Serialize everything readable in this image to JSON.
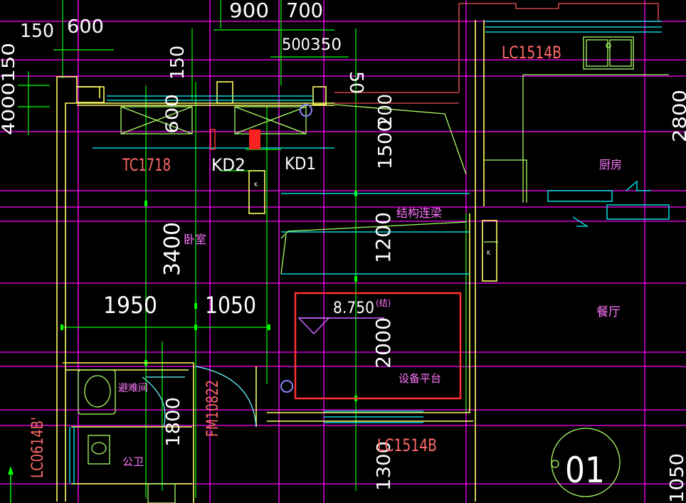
{
  "dimensions": {
    "top_900": "900",
    "top_700": "700",
    "top_150": "150",
    "top_600": "600",
    "top_500": "500",
    "top_350": "350",
    "left_4000150": "4000150",
    "v_50": "50",
    "v_150": "150",
    "v_600": "600",
    "v_200": "200",
    "v_1500": "1500",
    "v_3400": "3400",
    "v_1200": "1200",
    "h_1950": "1950",
    "h_1050": "1050",
    "v_2000": "2000",
    "v_1800": "1800",
    "v_1300": "1300",
    "v_2800": "2800",
    "v_1050r": "1050"
  },
  "labels": {
    "tc1718": "TC1718",
    "kd2": "KD2",
    "kd1": "KD1",
    "lc1514b_top": "LC1514B",
    "lc1514b_bottom": "LC1514B",
    "fm1": "FM1",
    "fm_code": "0822",
    "lc0614b": "LC0614B'",
    "kitchen": "厨房",
    "bedroom": "卧室",
    "structural_beam": "结构连梁",
    "dining": "餐厅",
    "equipment_platform": "设备平台",
    "refuge_room": "避难间",
    "public_wc": "公卫",
    "level_value": "8.750",
    "level_note": "(结)",
    "axis_number": "01",
    "tag_k": "K"
  },
  "colors": {
    "background": "#000000",
    "wall": "#ffff66",
    "axis": "#ff00ff",
    "dim_line": "#00ff00",
    "window": "#00ffff",
    "text": "#ffffff",
    "red_label": "#ff6a6a",
    "highlight_box": "#ff3333"
  }
}
